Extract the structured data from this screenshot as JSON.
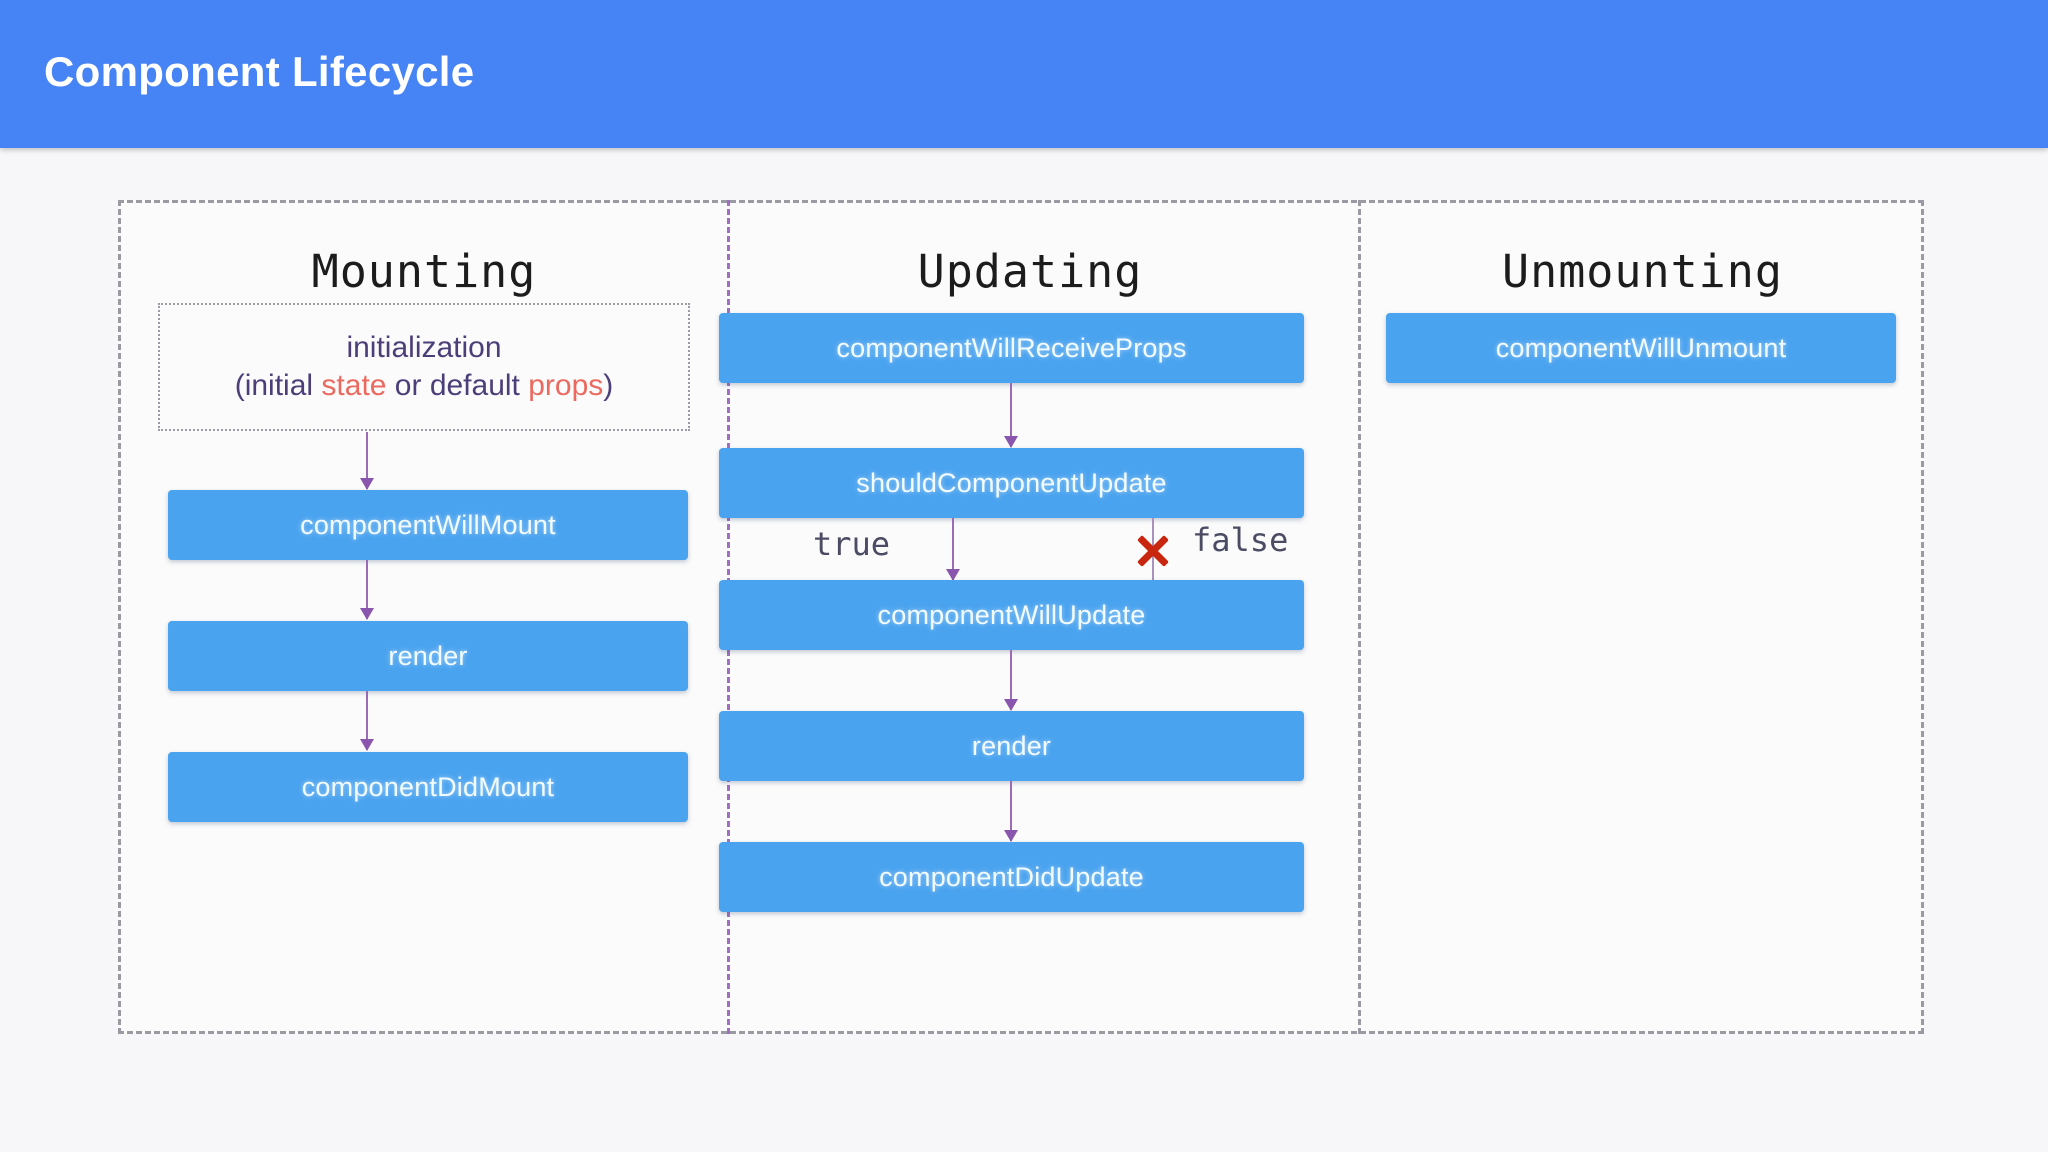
{
  "header": {
    "title": "Component Lifecycle",
    "background_color": "#4683f5",
    "text_color": "#ffffff"
  },
  "theme": {
    "page_background": "#f7f7f9",
    "box_color": "#4aa3ef",
    "box_text_color": "#f2fbff",
    "arrow_color": "#9b6bb5",
    "dashed_border_color": "#9a9aa2",
    "purple_divider_color": "#a06fc4",
    "init_text_color": "#4c3f79",
    "keyword_color": "#ea6a60",
    "x_mark_color": "#c8260f"
  },
  "columns": {
    "mounting": {
      "title": "Mounting",
      "init": {
        "line1": "initialization",
        "line2_pre": "(initial ",
        "line2_kw1": "state",
        "line2_mid": " or default ",
        "line2_kw2": "props",
        "line2_post": ")"
      },
      "boxes": [
        {
          "label": "componentWillMount"
        },
        {
          "label": "render"
        },
        {
          "label": "componentDidMount"
        }
      ]
    },
    "updating": {
      "title": "Updating",
      "boxes": [
        {
          "label": "componentWillReceiveProps"
        },
        {
          "label": "shouldComponentUpdate"
        },
        {
          "label": "componentWillUpdate"
        },
        {
          "label": "render"
        },
        {
          "label": "componentDidUpdate"
        }
      ],
      "branch_true": "true",
      "branch_false": "false"
    },
    "unmounting": {
      "title": "Unmounting",
      "boxes": [
        {
          "label": "componentWillUnmount"
        }
      ]
    }
  }
}
